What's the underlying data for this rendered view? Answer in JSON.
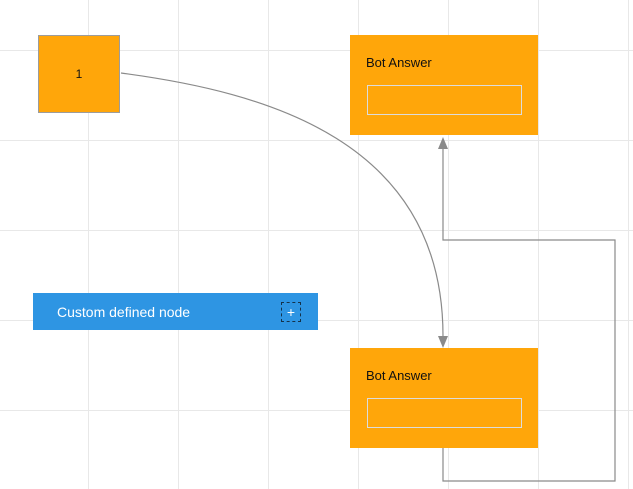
{
  "canvas": {
    "grid_color": "#e8e8e8",
    "background": "#ffffff"
  },
  "colors": {
    "node_orange": "#FFA60A",
    "node_blue": "#2E95E3",
    "connector_gray": "#8a8a8a",
    "inner_box_border": "#dcdcdc"
  },
  "nodes": {
    "node1": {
      "label": "1"
    },
    "bot_answer_top": {
      "label": "Bot Answer"
    },
    "bot_answer_bottom": {
      "label": "Bot Answer"
    },
    "custom_node": {
      "label": "Custom defined node",
      "plus_icon": "+"
    }
  },
  "connectors": [
    {
      "type": "bezier",
      "from": "node1",
      "to": "bot_answer_bottom",
      "arrow": "down"
    },
    {
      "type": "orthogonal",
      "from": "bot_answer_bottom",
      "to": "bot_answer_top",
      "arrow": "up"
    }
  ]
}
